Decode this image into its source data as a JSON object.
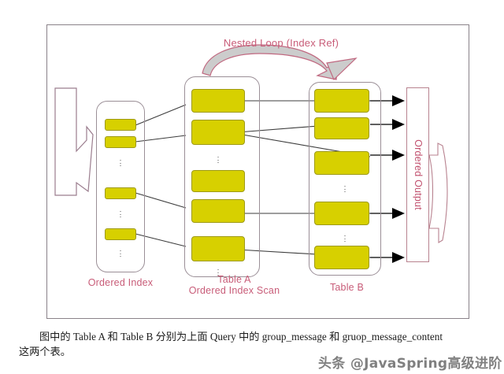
{
  "diagram": {
    "title": "Nested Loop (Index Ref)",
    "columns": [
      {
        "id": "ordered-index",
        "label": "Ordered Index",
        "cell_count": 4,
        "ellipsis_count": 3
      },
      {
        "id": "table-a",
        "label": "Table  A",
        "sublabel": "Ordered Index Scan",
        "cell_count": 5,
        "ellipsis_count": 2
      },
      {
        "id": "table-b",
        "label": "Table  B",
        "cell_count": 5,
        "ellipsis_count": 2
      }
    ],
    "output": {
      "label": "Ordered Output",
      "arrow_count": 5
    },
    "colors": {
      "cell_fill": "#d7d000",
      "cell_border": "#9e9a14",
      "pink_label": "#c85c78",
      "frame_border": "#8a8289",
      "column_border": "#9b8f97",
      "connector": "#3c3c3c",
      "loop_arrow_fill": "#cccccc",
      "loop_arrow_stroke": "#c06880"
    }
  },
  "caption": {
    "line1_indent": "",
    "line1": "图中的 Table A 和 Table B 分别为上面 Query 中的 group_message 和 gruop_message_content",
    "line2": "这两个表。"
  },
  "watermark": {
    "text": "头条 @JavaSpring高级进阶"
  }
}
